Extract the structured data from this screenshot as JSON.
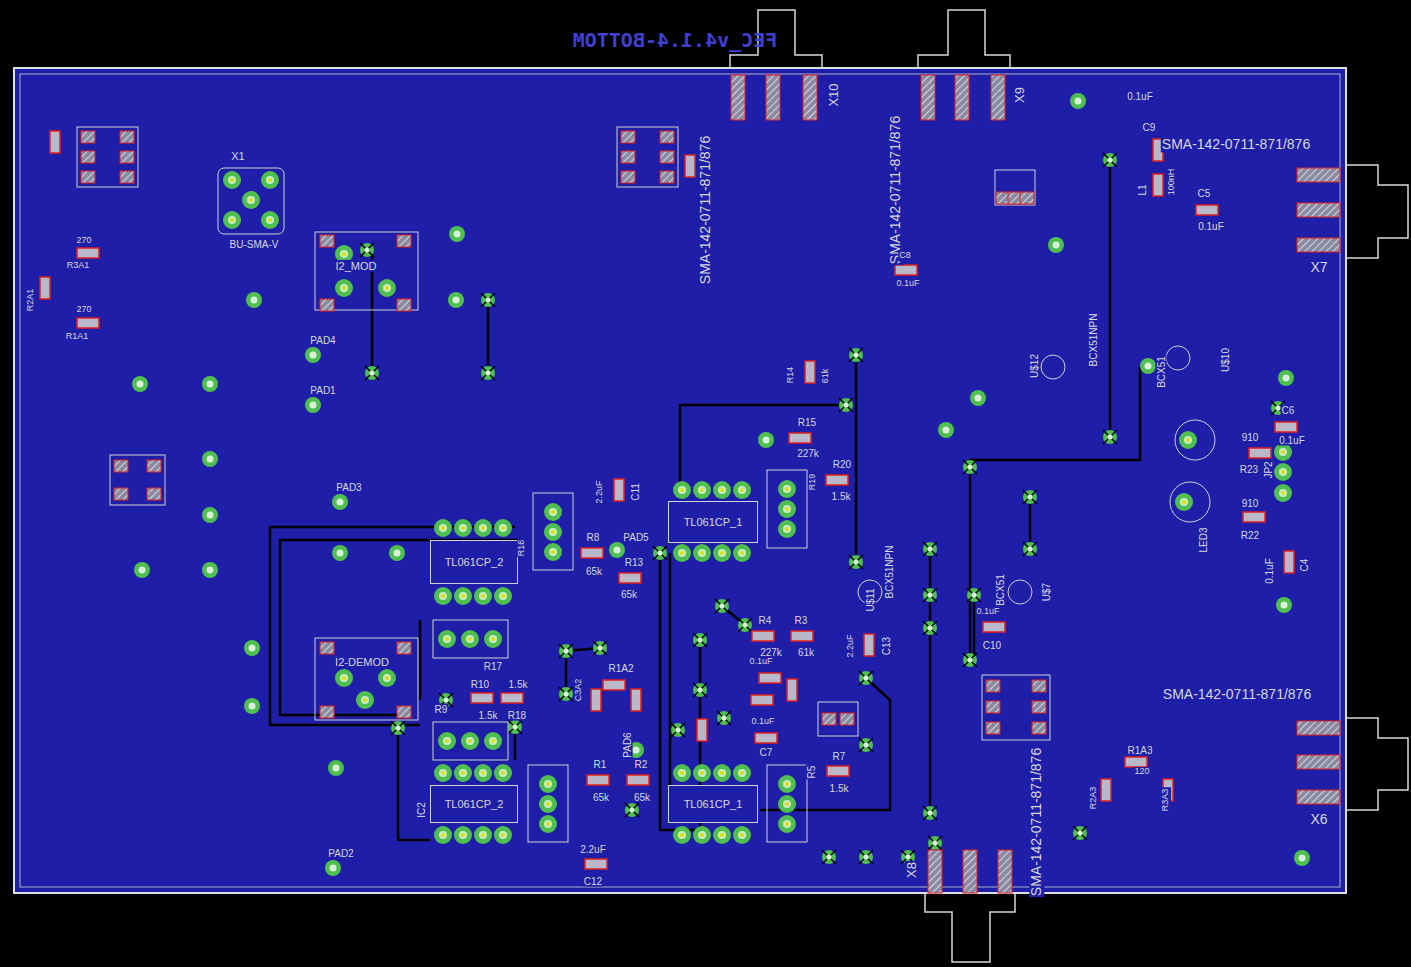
{
  "diagram": {
    "title": "FEC_v4.1.4-BOTTOM",
    "nodes": [
      {
        "text": [
          "TL061CP_2"
        ]
      },
      {
        "text": [
          "TL061CP_1"
        ]
      },
      {
        "text": [
          "TL061CP_2"
        ]
      },
      {
        "text": [
          "TL061CP_1"
        ]
      }
    ],
    "labels": [
      "X10",
      "SMA-142-0711-871/876",
      "SMA-142-0711-871/876",
      "X9",
      "0.1uF",
      "C9",
      "SMA-142-0711-871/876",
      "L1",
      "100nH",
      "C5",
      "0.1uF",
      "X7",
      "X1",
      "BU-SMA-V",
      "I2_MOD",
      "270",
      "R3A1",
      "R2A1",
      "270",
      "R1A1",
      "C8",
      "0.1uF",
      "PAD4",
      "PAD1",
      "U$12",
      "BCX51NPN",
      "BCX51",
      "U$10",
      "R14",
      "61k",
      "R15",
      "227k",
      "C6",
      "0.1uF",
      "910",
      "R23",
      "JP2",
      "PAD3",
      "2.2uF",
      "C11",
      "R20",
      "1.5k",
      "R19",
      "910",
      "R22",
      "LED3",
      "R8",
      "65k",
      "PAD5",
      "R13",
      "65k",
      "R16",
      "0.1uF",
      "C4",
      "U$11",
      "BCX51NPN",
      "BCX51",
      "U$7",
      "0.1uF",
      "C10",
      "R4",
      "227k",
      "R3",
      "61k",
      "2.2uF",
      "C13",
      "I2-DEMOD",
      "R17",
      "R10",
      "1.5k",
      "R1A2",
      "C3A2",
      "0.1uF",
      "R9",
      "1.5k",
      "R18",
      "0.1uF",
      "SMA-142-0711-871/876",
      "PAD6",
      "C7",
      "R1A3",
      "120",
      "R1",
      "R2",
      "R7",
      "1.5k",
      "R5",
      "R2A3",
      "R3A3",
      "65k",
      "65k",
      "IC2",
      "X6",
      "SMA-142-0711-871/876",
      "PAD2",
      "2.2uF",
      "C12",
      "X8"
    ]
  }
}
